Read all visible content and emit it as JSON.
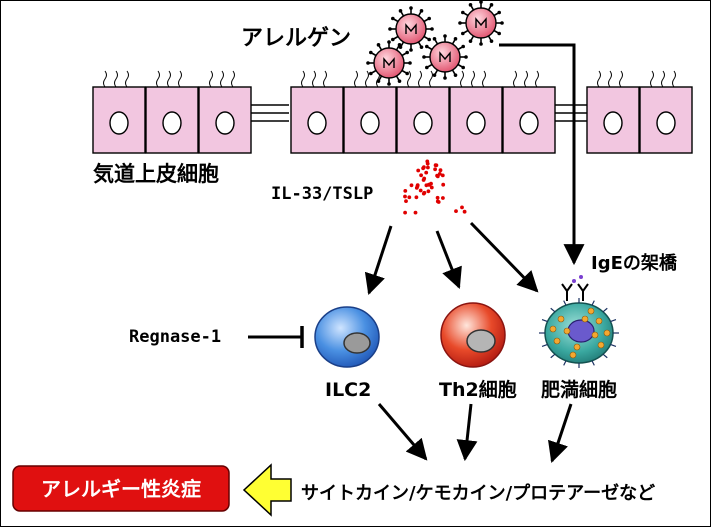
{
  "labels": {
    "allergen": "アレルゲン",
    "epithelium": "気道上皮細胞",
    "cytokine_release": "IL-33/TSLP",
    "ige_crosslink": "IgEの架橋",
    "regnase": "Regnase-1",
    "ilc2": "ILC2",
    "th2": "Th2細胞",
    "mast_cell": "肥満細胞",
    "mediators": "サイトカイン/ケモカイン/プロテアーゼなど",
    "outcome": "アレルギー性炎症"
  },
  "colors": {
    "epithelial_cell_fill": "#f2c6e0",
    "allergen_fill": "#e0506c",
    "cytokine_dots": "#e00000",
    "ilc2_fill": "#4a90e2",
    "th2_fill": "#e03020",
    "mast_cell_fill": "#3aa8a0",
    "outcome_box": "#e01010",
    "outcome_arrow": "#ffff33"
  },
  "icons": {
    "allergen": "virus-particle-icon",
    "inhibition": "t-bar-inhibition-icon",
    "ige": "antibody-y-icon"
  }
}
